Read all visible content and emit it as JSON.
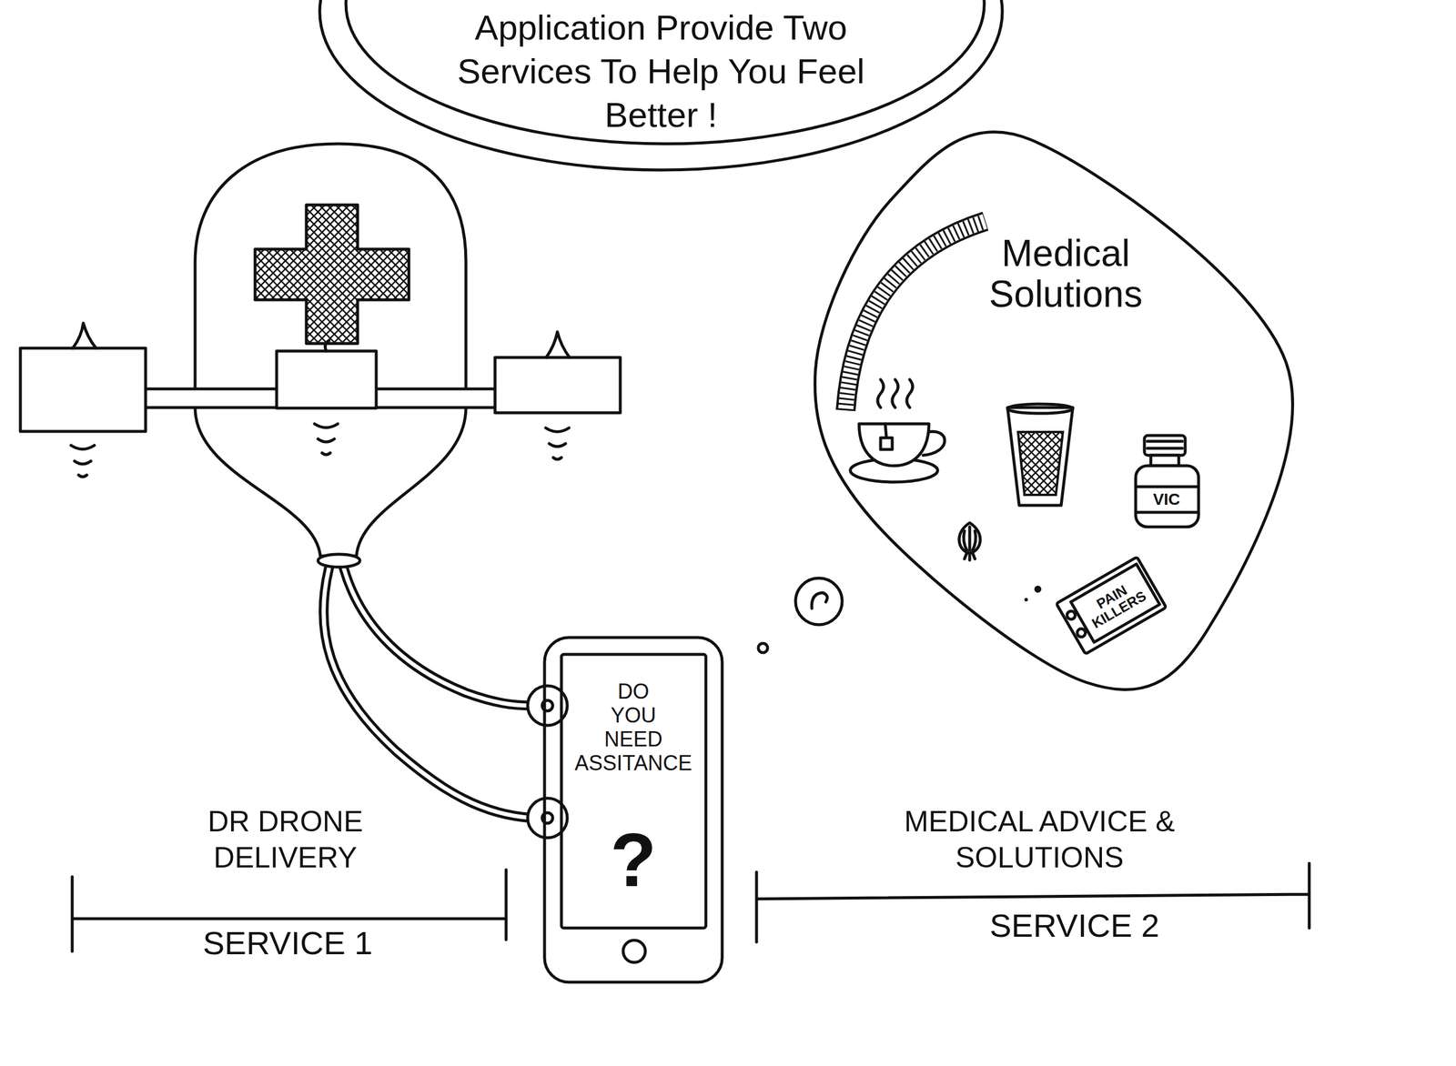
{
  "diagram": {
    "nodes": [
      {
        "text": [
          "Application Provide Two Services To Help You Feel Better !"
        ]
      },
      {
        "text": [
          "Medical Solutions"
        ]
      },
      {
        "text": [
          "DO YOU NEED ASSITANCE",
          "?"
        ]
      }
    ],
    "labels": [
      "VIC",
      "PAIN KILLERS",
      "DR DRONE DELIVERY",
      "SERVICE 1",
      "MEDICAL ADVICE & SOLUTIONS",
      "SERVICE 2"
    ]
  }
}
